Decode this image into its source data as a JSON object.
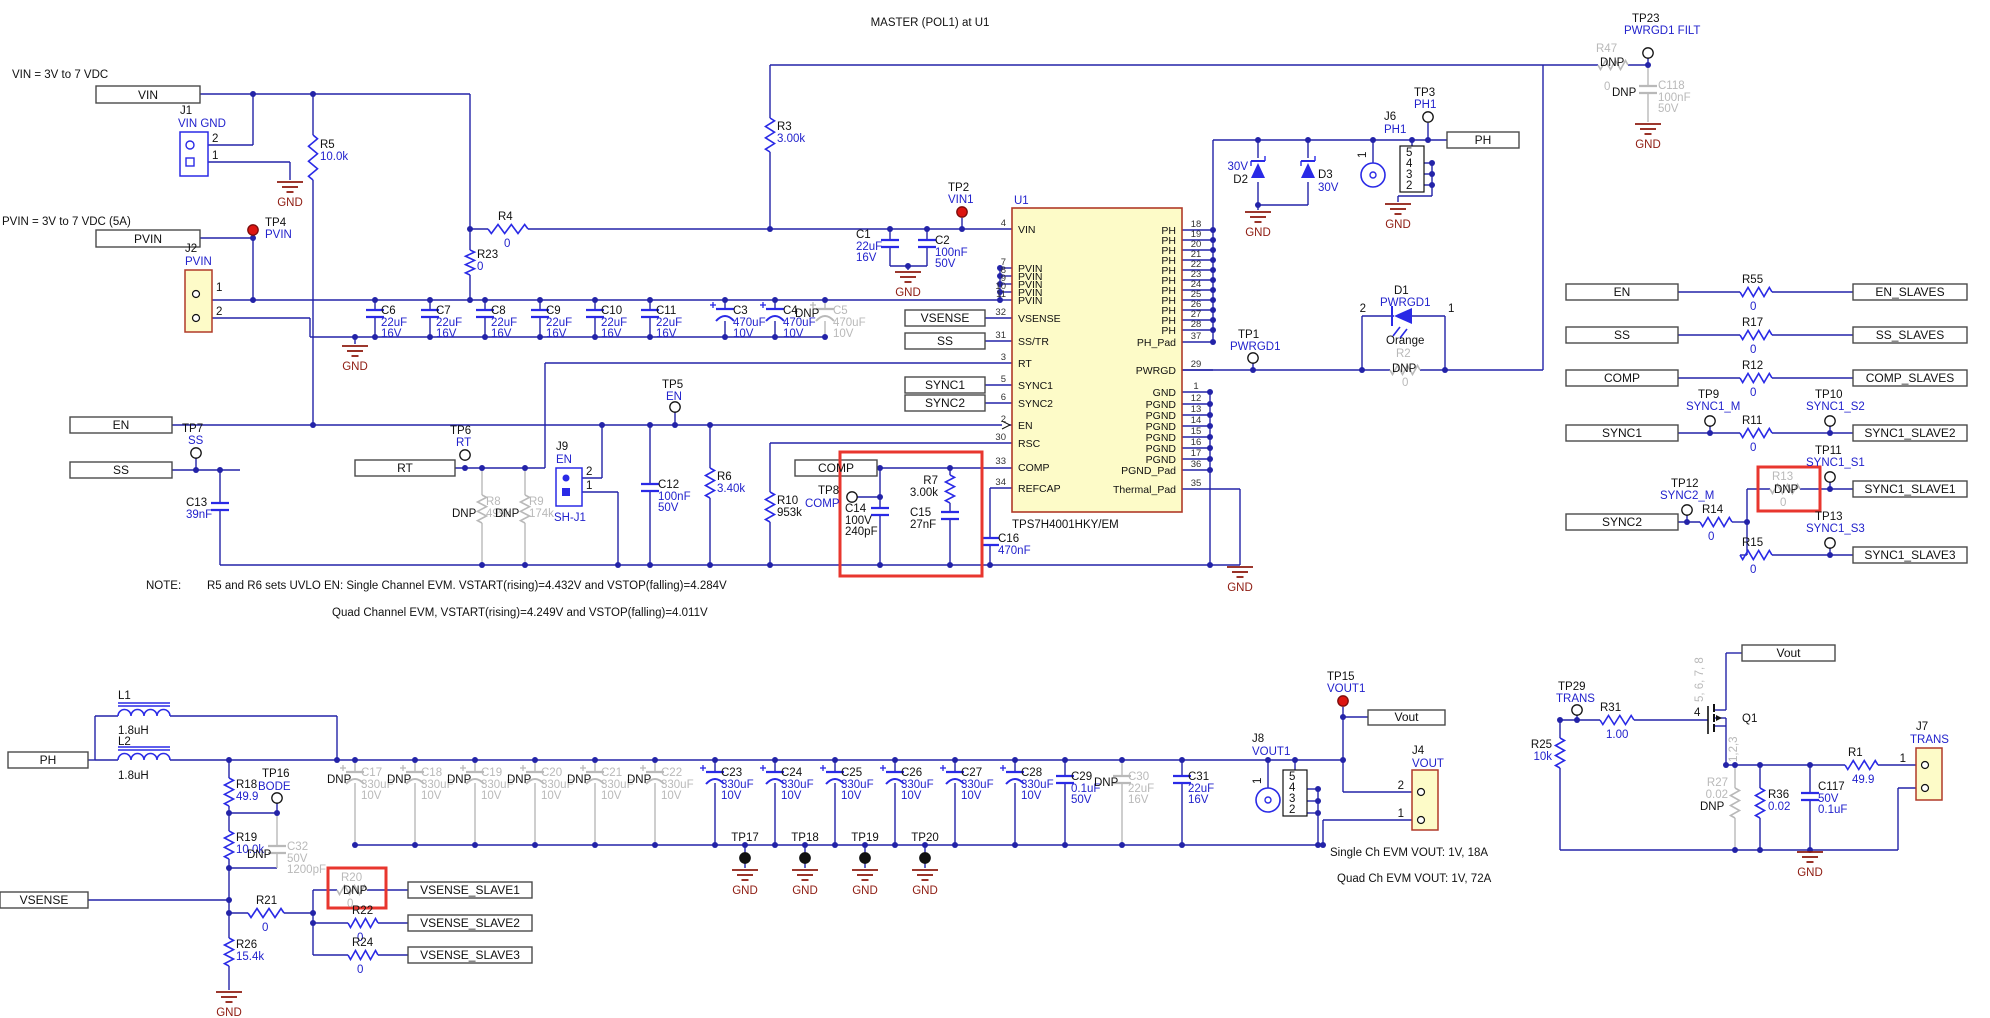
{
  "title": "MASTER (POL1) at U1",
  "headers": {
    "vin": "VIN = 3V to 7 VDC",
    "pvin": "PVIN = 3V to 7 VDC (5A)"
  },
  "note": {
    "prefix": "NOTE:",
    "line1": "R5 and R6 sets UVLO EN:  Single Channel EVM. VSTART(rising)=4.432V and VSTOP(falling)=4.284V",
    "line2": "Quad Channel EVM,  VSTART(rising)=4.249V and VSTOP(falling)=4.011V"
  },
  "output_note": {
    "line1": "Single Ch EVM VOUT:  1V, 18A",
    "line2": "Quad Ch EVM VOUT:  1V, 72A"
  },
  "gnd": "GND",
  "dnp": "DNP",
  "u1": {
    "ref": "U1",
    "part": "TPS7H4001HKY/EM",
    "left_pins": [
      {
        "num": "4",
        "name": "VIN"
      },
      {
        "num": "7",
        "name": "PVIN"
      },
      {
        "num": "8",
        "name": "PVIN"
      },
      {
        "num": "9",
        "name": "PVIN"
      },
      {
        "num": "10",
        "name": "PVIN"
      },
      {
        "num": "11",
        "name": "PVIN"
      },
      {
        "num": "32",
        "name": "VSENSE"
      },
      {
        "num": "31",
        "name": "SS/TR"
      },
      {
        "num": "3",
        "name": "RT"
      },
      {
        "num": "5",
        "name": "SYNC1"
      },
      {
        "num": "6",
        "name": "SYNC2"
      },
      {
        "num": "2",
        "name": "EN"
      },
      {
        "num": "30",
        "name": "RSC"
      },
      {
        "num": "33",
        "name": "COMP"
      },
      {
        "num": "34",
        "name": "REFCAP"
      }
    ],
    "right_pins": [
      {
        "num": "18",
        "name": "PH"
      },
      {
        "num": "19",
        "name": "PH"
      },
      {
        "num": "20",
        "name": "PH"
      },
      {
        "num": "21",
        "name": "PH"
      },
      {
        "num": "22",
        "name": "PH"
      },
      {
        "num": "23",
        "name": "PH"
      },
      {
        "num": "24",
        "name": "PH"
      },
      {
        "num": "25",
        "name": "PH"
      },
      {
        "num": "26",
        "name": "PH"
      },
      {
        "num": "27",
        "name": "PH"
      },
      {
        "num": "28",
        "name": "PH"
      },
      {
        "num": "37",
        "name": "PH_Pad"
      },
      {
        "num": "29",
        "name": "PWRGD"
      },
      {
        "num": "1",
        "name": "GND"
      },
      {
        "num": "12",
        "name": "PGND"
      },
      {
        "num": "13",
        "name": "PGND"
      },
      {
        "num": "14",
        "name": "PGND"
      },
      {
        "num": "15",
        "name": "PGND"
      },
      {
        "num": "16",
        "name": "PGND"
      },
      {
        "num": "17",
        "name": "PGND"
      },
      {
        "num": "36",
        "name": "PGND_Pad"
      },
      {
        "num": "35",
        "name": "Thermal_Pad"
      }
    ]
  },
  "nets": {
    "vin": "VIN",
    "pvin": "PVIN",
    "vsense": "VSENSE",
    "ss": "SS",
    "sync1": "SYNC1",
    "sync2": "SYNC2",
    "en": "EN",
    "rt": "RT",
    "comp": "COMP",
    "ph": "PH",
    "vout": "Vout",
    "en_slaves": "EN_SLAVES",
    "ss_slaves": "SS_SLAVES",
    "comp_slaves": "COMP_SLAVES",
    "sync1_slave1": "SYNC1_SLAVE1",
    "sync1_slave2": "SYNC1_SLAVE2",
    "sync1_slave3": "SYNC1_SLAVE3",
    "vsense_slave1": "VSENSE_SLAVE1",
    "vsense_slave2": "VSENSE_SLAVE2",
    "vsense_slave3": "VSENSE_SLAVE3"
  },
  "components": {
    "r1": {
      "r": "R1",
      "v": "49.9"
    },
    "r2": {
      "r": "R2",
      "v": "0",
      "dnp": "DNP"
    },
    "r3": {
      "r": "R3",
      "v": "3.00k"
    },
    "r4": {
      "r": "R4",
      "v": "0"
    },
    "r5": {
      "r": "R5",
      "v": "10.0k"
    },
    "r6": {
      "r": "R6",
      "v": "3.40k"
    },
    "r7": {
      "r": "R7",
      "v": "3.00k"
    },
    "r8": {
      "r": "R8",
      "v": "499k",
      "dnp": "DNP"
    },
    "r9": {
      "r": "R9",
      "v": "174k",
      "dnp": "DNP"
    },
    "r10": {
      "r": "R10",
      "v": "953k"
    },
    "r11": {
      "r": "R11",
      "v": "0"
    },
    "r12": {
      "r": "R12",
      "v": "0"
    },
    "r13": {
      "r": "R13",
      "v": "0",
      "dnp": "DNP"
    },
    "r14": {
      "r": "R14",
      "v": "0"
    },
    "r15": {
      "r": "R15",
      "v": "0"
    },
    "r17": {
      "r": "R17",
      "v": "0"
    },
    "r18": {
      "r": "R18",
      "v": "49.9"
    },
    "r19": {
      "r": "R19",
      "v": "10.0k"
    },
    "r20": {
      "r": "R20",
      "v": "0",
      "dnp": "DNP"
    },
    "r21": {
      "r": "R21",
      "v": "0"
    },
    "r22": {
      "r": "R22",
      "v": "0"
    },
    "r23": {
      "r": "R23",
      "v": "0"
    },
    "r24": {
      "r": "R24",
      "v": "0"
    },
    "r25": {
      "r": "R25",
      "v": "10k"
    },
    "r26": {
      "r": "R26",
      "v": "15.4k"
    },
    "r27": {
      "r": "R27",
      "v": "0.02",
      "dnp": "DNP"
    },
    "r31": {
      "r": "R31",
      "v": "1.00"
    },
    "r36": {
      "r": "R36",
      "v": "0.02"
    },
    "r47": {
      "r": "R47",
      "v": "0",
      "dnp": "DNP"
    },
    "r55": {
      "r": "R55",
      "v": "0"
    },
    "c1": {
      "r": "C1",
      "v": "22uF",
      "v2": "16V"
    },
    "c2": {
      "r": "C2",
      "v": "100nF",
      "v2": "50V"
    },
    "c3": {
      "r": "C3",
      "v": "470uF",
      "v2": "10V"
    },
    "c4": {
      "r": "C4",
      "v": "470uF",
      "v2": "10V"
    },
    "c5": {
      "r": "C5",
      "v": "470uF",
      "v2": "10V",
      "dnp": "DNP"
    },
    "c6": {
      "r": "C6",
      "v": "22uF",
      "v2": "16V"
    },
    "c7": {
      "r": "C7",
      "v": "22uF",
      "v2": "16V"
    },
    "c8": {
      "r": "C8",
      "v": "22uF",
      "v2": "16V"
    },
    "c9": {
      "r": "C9",
      "v": "22uF",
      "v2": "16V"
    },
    "c10": {
      "r": "C10",
      "v": "22uF",
      "v2": "16V"
    },
    "c11": {
      "r": "C11",
      "v": "22uF",
      "v2": "16V"
    },
    "c12": {
      "r": "C12",
      "v": "100nF",
      "v2": "50V"
    },
    "c13": {
      "r": "C13",
      "v": "39nF"
    },
    "c14": {
      "r": "C14",
      "v": "100V",
      "v2": "240pF"
    },
    "c15": {
      "r": "C15",
      "v": "27nF"
    },
    "c16": {
      "r": "C16",
      "v": "470nF"
    },
    "c17": {
      "r": "C17",
      "v": "330uF",
      "v2": "10V",
      "dnp": "DNP"
    },
    "c18": {
      "r": "C18",
      "v": "330uF",
      "v2": "10V",
      "dnp": "DNP"
    },
    "c19": {
      "r": "C19",
      "v": "330uF",
      "v2": "10V",
      "dnp": "DNP"
    },
    "c20": {
      "r": "C20",
      "v": "330uF",
      "v2": "10V",
      "dnp": "DNP"
    },
    "c21": {
      "r": "C21",
      "v": "330uF",
      "v2": "10V",
      "dnp": "DNP"
    },
    "c22": {
      "r": "C22",
      "v": "330uF",
      "v2": "10V",
      "dnp": "DNP"
    },
    "c23": {
      "r": "C23",
      "v": "330uF",
      "v2": "10V"
    },
    "c24": {
      "r": "C24",
      "v": "330uF",
      "v2": "10V"
    },
    "c25": {
      "r": "C25",
      "v": "330uF",
      "v2": "10V"
    },
    "c26": {
      "r": "C26",
      "v": "330uF",
      "v2": "10V"
    },
    "c27": {
      "r": "C27",
      "v": "330uF",
      "v2": "10V"
    },
    "c28": {
      "r": "C28",
      "v": "330uF",
      "v2": "10V"
    },
    "c29": {
      "r": "C29",
      "v": "0.1uF",
      "v2": "50V"
    },
    "c30": {
      "r": "C30",
      "v": "22uF",
      "v2": "16V",
      "dnp": "DNP"
    },
    "c31": {
      "r": "C31",
      "v": "22uF",
      "v2": "16V"
    },
    "c32": {
      "r": "C32",
      "v": "50V",
      "v2": "1200pF",
      "dnp": "DNP"
    },
    "c117": {
      "r": "C117",
      "v": "50V",
      "v2": "0.1uF"
    },
    "c118": {
      "r": "C118",
      "v": "100nF",
      "v2": "50V",
      "dnp": "DNP"
    },
    "l1": {
      "r": "L1",
      "v": "1.8uH"
    },
    "l2": {
      "r": "L2",
      "v": "1.8uH"
    },
    "d1": {
      "r": "D1",
      "net": "PWRGD1",
      "color_note": "Orange",
      "p1": "1",
      "p2": "2"
    },
    "d2": {
      "r": "D2",
      "v": "30V"
    },
    "d3": {
      "r": "D3",
      "v": "30V"
    },
    "q1": {
      "r": "Q1",
      "pins_top": "5, 6, 7, 8",
      "pin_gate": "4",
      "pins_bottom": "1,2,3"
    }
  },
  "connectors": {
    "j1": {
      "r": "J1",
      "net": "VIN GND",
      "p": [
        "2",
        "1"
      ]
    },
    "j2": {
      "r": "J2",
      "net": "PVIN",
      "p": [
        "1",
        "2"
      ]
    },
    "j9": {
      "r": "J9",
      "net": "EN",
      "p": [
        "2",
        "1"
      ],
      "jumper": "SH-J1"
    },
    "j6": {
      "r": "J6",
      "net": "PH1",
      "p": [
        "1",
        "5",
        "4",
        "3",
        "2"
      ]
    },
    "j8": {
      "r": "J8",
      "net": "VOUT1",
      "p": [
        "1",
        "5",
        "4",
        "3",
        "2"
      ]
    },
    "j4": {
      "r": "J4",
      "net": "VOUT",
      "p": [
        "2",
        "1"
      ]
    },
    "j7": {
      "r": "J7",
      "net": "TRANS",
      "p": [
        "1"
      ]
    }
  },
  "testpoints": {
    "tp1": {
      "r": "TP1",
      "net": "PWRGD1"
    },
    "tp2": {
      "r": "TP2",
      "net": "VIN1"
    },
    "tp3": {
      "r": "TP3",
      "net": "PH1"
    },
    "tp4": {
      "r": "TP4",
      "net": "PVIN"
    },
    "tp5": {
      "r": "TP5",
      "net": "EN"
    },
    "tp6": {
      "r": "TP6",
      "net": "RT"
    },
    "tp7": {
      "r": "TP7",
      "net": "SS"
    },
    "tp8": {
      "r": "TP8",
      "net": "COMP"
    },
    "tp9": {
      "r": "TP9",
      "net": "SYNC1_M"
    },
    "tp10": {
      "r": "TP10",
      "net": "SYNC1_S2"
    },
    "tp11": {
      "r": "TP11",
      "net": "SYNC1_S1"
    },
    "tp12": {
      "r": "TP12",
      "net": "SYNC2_M"
    },
    "tp13": {
      "r": "TP13",
      "net": "SYNC1_S3"
    },
    "tp15": {
      "r": "TP15",
      "net": "VOUT1"
    },
    "tp16": {
      "r": "TP16",
      "net": "BODE"
    },
    "tp17": {
      "r": "TP17"
    },
    "tp18": {
      "r": "TP18"
    },
    "tp19": {
      "r": "TP19"
    },
    "tp20": {
      "r": "TP20"
    },
    "tp23": {
      "r": "TP23",
      "net": "PWRGD1 FILT"
    },
    "tp29": {
      "r": "TP29",
      "net": "TRANS"
    }
  },
  "colors": {
    "wire": "#2323a8",
    "component": "#2a2ae6",
    "value_text": "#2222cc",
    "dnp_gray": "#b9b9b9",
    "ground": "#8e1b10",
    "highlight": "#e8362e",
    "ic_fill": "#fdfbc8",
    "ic_border": "#b03a28",
    "connector_fill": "#fdfbc8",
    "connector_border": "#b03a28",
    "tp_red": "#dd1511",
    "net_box_border": "#4a4a4a"
  }
}
